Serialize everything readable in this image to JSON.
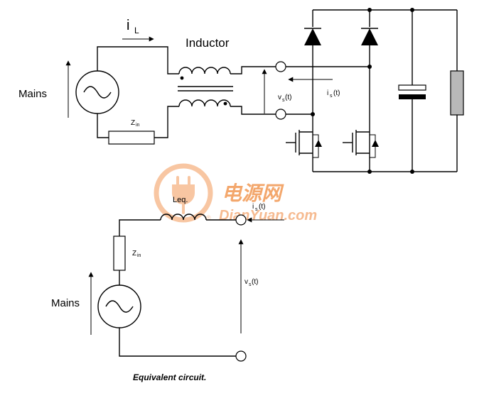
{
  "top_circuit": {
    "current_label": "i",
    "current_sub": "L",
    "inductor_label": "Inductor",
    "mains_label": "Mains",
    "impedance_label": "Z",
    "impedance_sub": "in",
    "voltage_label": "v",
    "voltage_sub": "s",
    "voltage_suffix": "(t)",
    "source_current_label": "i",
    "source_current_sub": "s",
    "source_current_suffix": "(t)"
  },
  "equivalent_circuit": {
    "inductor_label": "Leq.",
    "current_label": "i",
    "current_sub": "s",
    "current_suffix": "(t)",
    "impedance_label": "Z",
    "impedance_sub": "in",
    "mains_label": "Mains",
    "voltage_label": "v",
    "voltage_sub": "s",
    "voltage_suffix": "(t)",
    "caption": "Equivalent circuit."
  },
  "watermark": {
    "chinese": "电源网",
    "latin": "DianYuan.com",
    "registered": "®",
    "color": "#f08a3c"
  }
}
